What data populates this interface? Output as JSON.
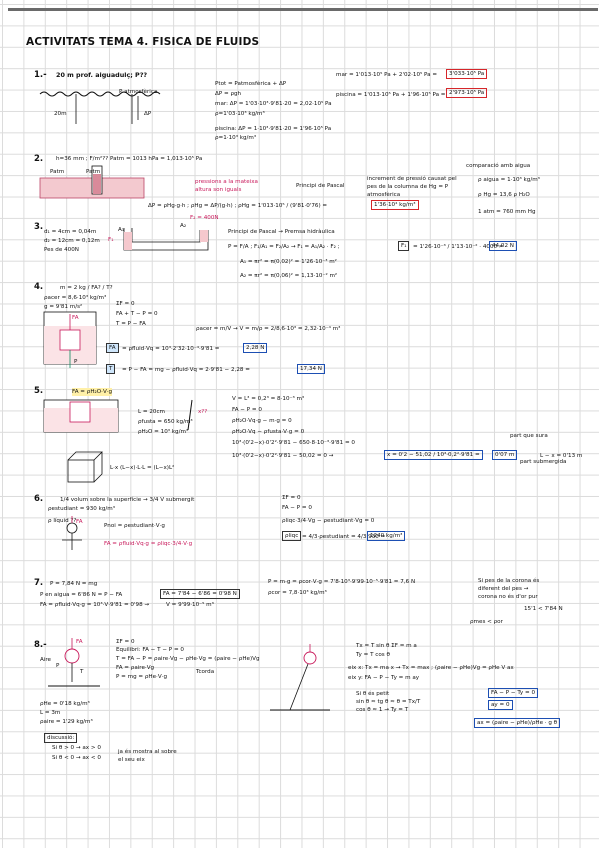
{
  "title": "ACTIVITATS TEMA 4. FISICA DE FLUIDS",
  "problems": {
    "p1": {
      "number": "1.-",
      "statement": "20 m prof. aiguadulç; P??",
      "atm_label": "P atmosfèrica",
      "depth_label": "20m",
      "fig_label_h": "ΔP",
      "lines": [
        "Ptot = Patmosfèrica + ΔP",
        "ΔP = ρgh",
        "mar: ΔP = 1'03·10³·9'81·20 = 2,02·10⁵ Pa",
        "ρ=1'03·10³ kg/m³",
        "ρ=1·10³ kg/m³",
        "piscina: ΔP = 1·10³·9'81·20 = 1'96·10⁵ Pa"
      ],
      "mar_line": "mar = 1'013·10⁵ Pa + 2'02·10⁵ Pa =",
      "mar_result": "3'033·10⁵ Pa",
      "piscina_line": "piscina = 1'013·10⁵ Pa + 1'96·10⁵ Pa =",
      "piscina_result": "2'973·10⁵ Pa"
    },
    "p2": {
      "number": "2.",
      "statement": "h=36 mm ; F/m²??   Patm = 1013 hPa = 1,013·10⁵ Pa",
      "left_labels": [
        "Patm",
        "Patm"
      ],
      "note": "pressions a la mateixa altura son iguals",
      "principle": "Principi de Pascal",
      "increment": "increment de pressió causat pel pes de la columna de Hg = P atmosfèrica",
      "formula": "ΔP = ρHg·g·h ; ρHg = ΔP/(g·h) ; ρHg = 1'013·10⁵ / (9'81·0'76) =",
      "result": "1'36·10⁴ kg/m³",
      "compare_title": "comparació amb aigua",
      "compare_lines": [
        "ρ aigua = 1·10³ kg/m³",
        "ρ Hg = 13,6 ρ H₂O",
        "1 atm = 760 mm Hg"
      ]
    },
    "p3": {
      "number": "3.",
      "data": [
        "d₁ = 4cm = 0,04m",
        "d₂ = 12cm = 0,12m",
        "Pes de 400N"
      ],
      "fig_labels": [
        "F₁",
        "A₁",
        "A₂",
        "F₂ = 400N"
      ],
      "principle": "Principi de Pascal → Premsa hidràulica",
      "formula": "P = F/A ; F₁/A₁ = F₂/A₂ → F₁ = A₁/A₂ · F₂ ;",
      "f1_label": "F₁",
      "calc": "= 1'26·10⁻³ / 1'13·10⁻² · 4000 =",
      "result": "44,02 N",
      "areas": [
        "A₁ = πr² = π(0,02)² = 1'26·10⁻³ m²",
        "A₂ = πr² = π(0,06)² = 1,13·10⁻² m²"
      ]
    },
    "p4": {
      "number": "4.",
      "statement": "m = 2 kg / FA? / T?",
      "data": [
        "ρacer = 8,6·10³ kg/m³",
        "g = 9'81 m/s²"
      ],
      "forces": [
        "FA",
        "T",
        "P"
      ],
      "lines": [
        "ΣF = 0",
        "FA + T − P = 0",
        "T = P − FA"
      ],
      "volume": "ρacer = m/V → V = m/ρ = 2/8,6·10³ = 2,32·10⁻⁴ m³",
      "fa_label": "FA",
      "fa_calc": "= ρfluid·Vq = 10³·2'32·10⁻⁴·9'81 =",
      "fa_result": "2,28 N",
      "t_label": "T",
      "t_calc": "= P − FA = mg − ρfluid·Vq = 2·9'81 − 2,28 =",
      "t_result": "17,34 N"
    },
    "p5": {
      "number": "5.",
      "statement": "FA = ρH₂O·V·g",
      "data": [
        "L = 20cm",
        "ρfusta = 650 kg/m³",
        "ρH₂O = 10³ kg/m³"
      ],
      "xq": "x??",
      "lines": [
        "V = L³ = 0,2³ = 8·10⁻³ m³",
        "FA − P = 0",
        "ρH₂O·Vq·g − m·g = 0",
        "ρH₂O·Vq − ρfusta·V·g = 0",
        "10³·(0'2−x)·0'2²·9'81 − 650·8·10⁻³·9'81 = 0",
        "10³·(0'2−x)·0'2²·9'81 − 50,02 = 0 →"
      ],
      "x_eq": "x = 0'2 − 51,02 / 10³·0,2²·9'81 =",
      "x_result": "0'07 m",
      "part_above": "part que sura",
      "part_sub": "part submergida",
      "sub_result": "L − x = 0'13 m",
      "cube_formula": "L·x  (L−x)·L·L = (L−x)L²"
    },
    "p6": {
      "number": "6.",
      "statement": "1/4 volum sobre la superfície → 3/4 V submergit",
      "data": "ρestudiant = 930 kg/m³",
      "unknown": "ρ líquid ??",
      "force_fa": "FA",
      "line_p": "Pnoi = ρestudiant·V·g",
      "line_fa": "FA = ρfluid·Vq·g = ρliqc·3/4·V·g",
      "system": [
        "ΣF = 0",
        "FA − P = 0",
        "ρliqc·3/4·Vg − ρestudiant·Vg = 0"
      ],
      "result_label": "ρliqc",
      "result_calc": "= 4/3·ρestudiant = 4/3·930 =",
      "result": "1240 kg/m³"
    },
    "p7": {
      "number": "7.",
      "statement": "P = 7,84 N = mg",
      "p_water": "P en aigua = 6'86 N = P − FA",
      "fa_calc": "FA = ρfluid·Vq·g = 10³·V·9'81 = 0'98 →",
      "fa_box": "FA = 7'84 − 6'86 = 0'98 N",
      "v_result": "V = 9'99·10⁻⁵ m³",
      "right_lines": [
        "P = m·g = ρcor·V·g = 7'8·10³·9'99·10⁻⁵·9'81 = 7,6 N",
        "ρcor = 7,8·10³ kg/m³"
      ],
      "side_note": "Si pes de la corona és diferent del pes → corona no és d'or pur",
      "ineq": "15'1 < 7'84 N",
      "ineq2": "ρmes < ρor"
    },
    "p8": {
      "number": "8.-",
      "air_label": "Aire",
      "forces": [
        "FA",
        "T",
        "P"
      ],
      "lines": [
        "ΣF = 0",
        "Equilibri: FA − T − P = 0",
        "T = FA − P = ρaire·Vg − ρHe·Vg = (ρaire − ρHe)Vg",
        "FA = ρaire·Vg",
        "P = mg = ρHe·V·g"
      ],
      "tension": "Tcorda",
      "data": [
        "ρHe = 0'18 kg/m³",
        "L = 3m",
        "ρaire = 1'29 kg/m³"
      ],
      "comp": [
        "Tx = T sin θ  ΣF = m a",
        "Ty = T cos θ"
      ],
      "eq_x": "eix x: Tx = ma x → Tx = max ; (ρaire − ρHe)Vg = ρHe V ax",
      "eq_y": "eix y: FA − P − Ty = m ay",
      "small": [
        "Si θ és petit",
        "sin θ ≈ tg θ ≈ θ = Tx/T",
        "cos θ ≈ 1 → Ty = T"
      ],
      "box1": "FA − P − Ty = 0",
      "box2": "ay = 0",
      "final": "ax = (ρaire − ρHe)/ρHe · g θ",
      "discussion_title": "discussió:",
      "discussion": [
        "Si θ > 0 → ax > 0",
        "Si θ < 0 → ax < 0"
      ],
      "discussion_note": "ja és mostra al sobre el seu eix"
    }
  }
}
